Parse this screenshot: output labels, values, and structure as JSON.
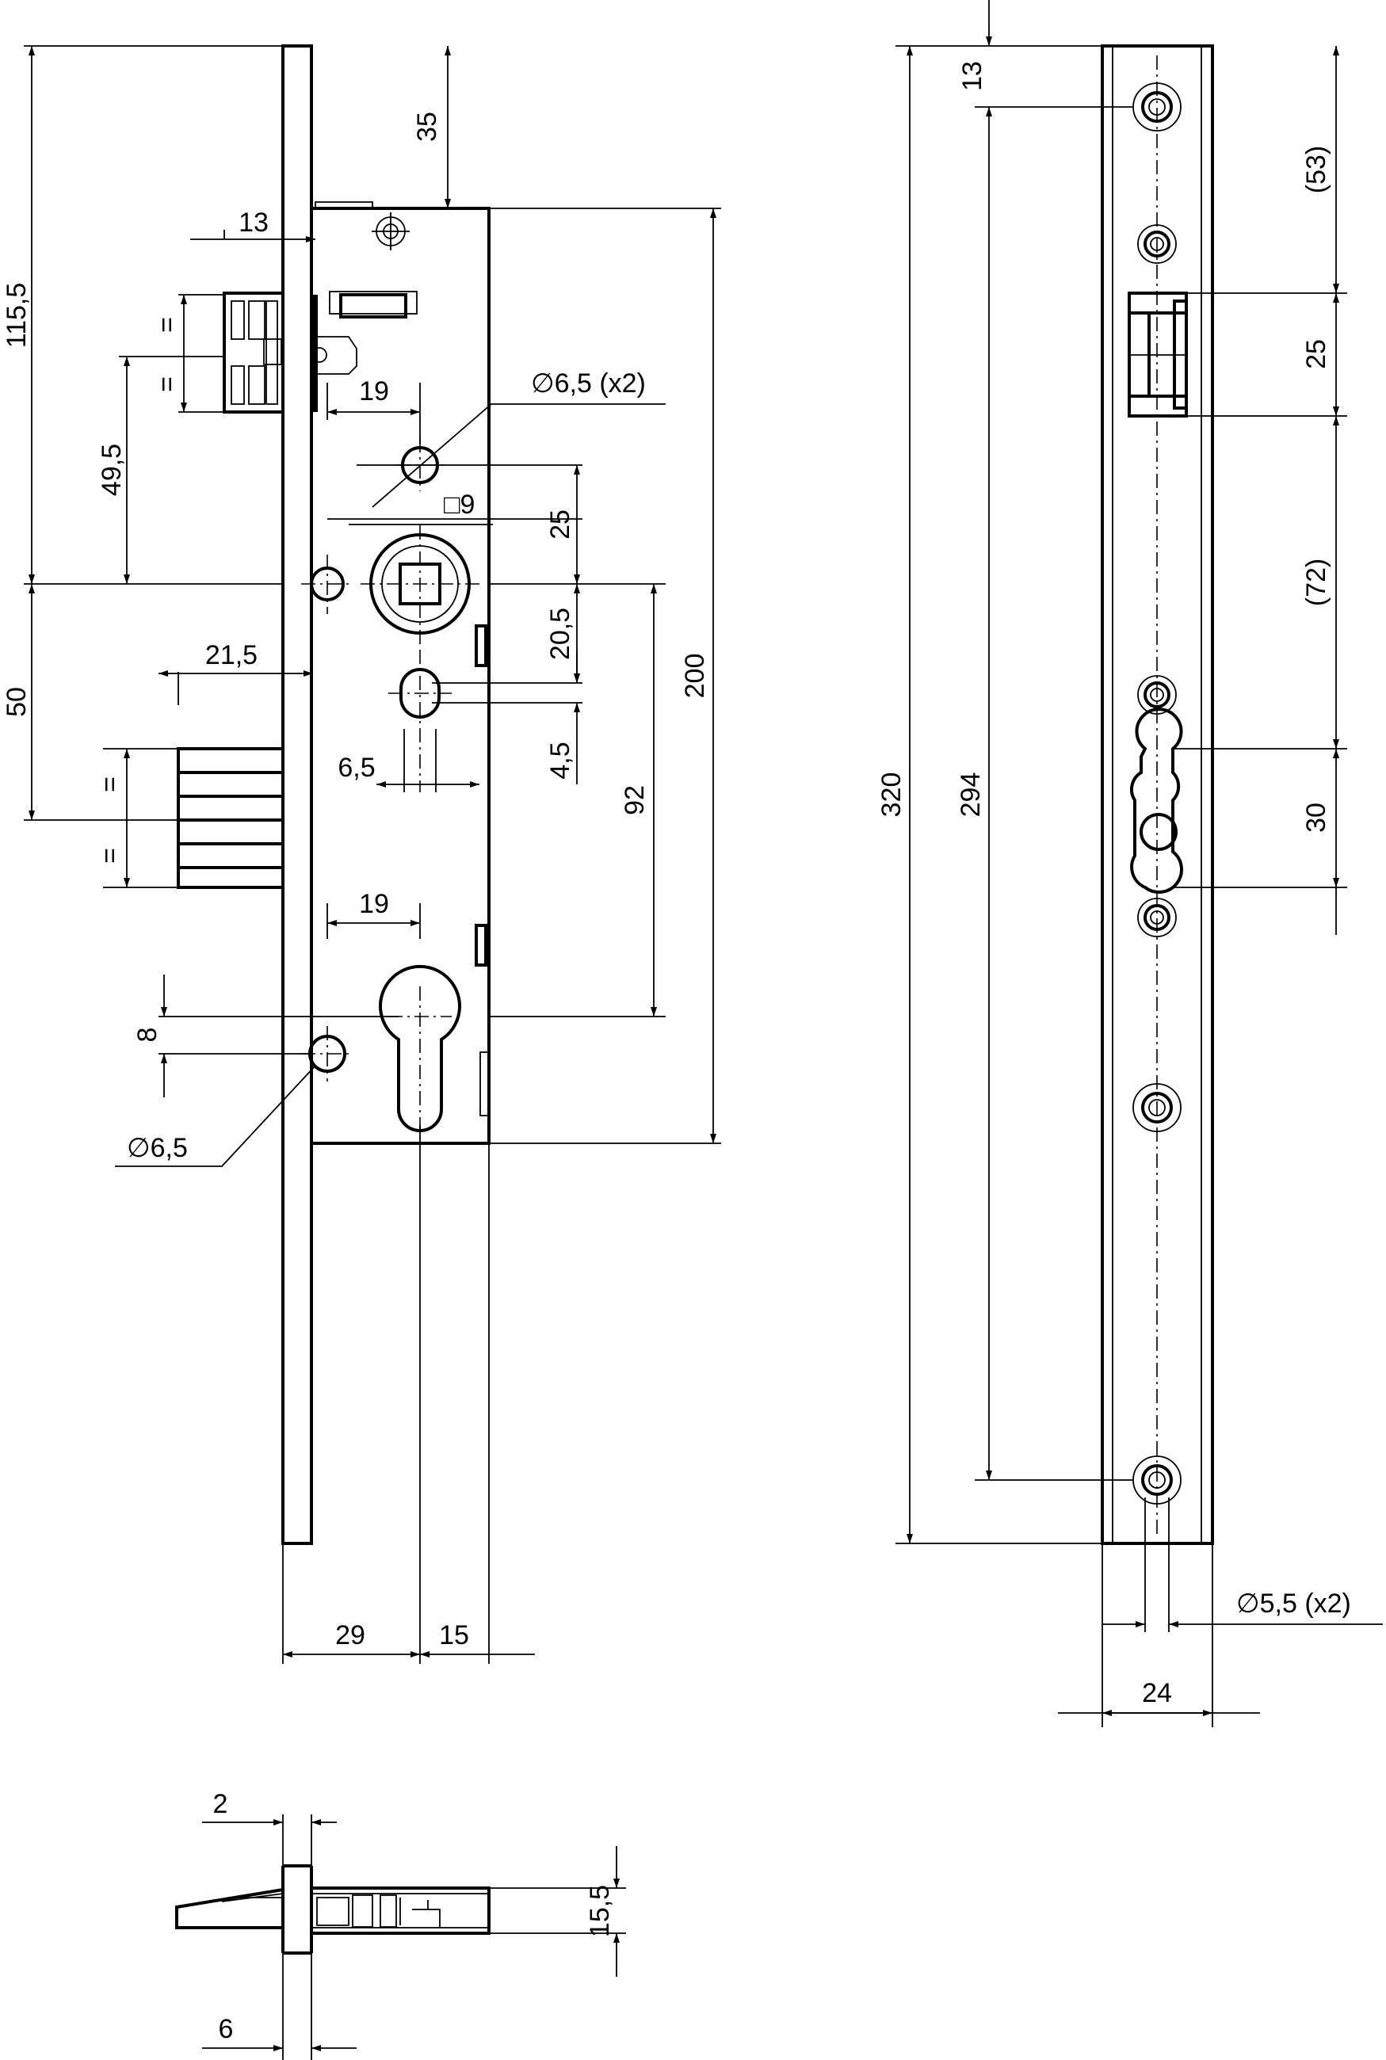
{
  "dimensions": {
    "side_view": {
      "backset_above_hub": "115,5",
      "forend_to_top": "35",
      "latch_offset": "13",
      "equal_mark": "=",
      "latch_to_hub": "49,5",
      "hub_to_bolt": "50",
      "bolt_throw": "21,5",
      "screw_hole": "∅6,5 (x2)",
      "hole_offset_top": "19",
      "follower_square": "□9",
      "hole_to_hub": "25",
      "hub_to_slot": "20,5",
      "slot_height": "4,5",
      "slot_offset": "6,5",
      "case_height": "200",
      "center_distance": "92",
      "hole_offset_bottom": "19",
      "cylinder_offset": "8",
      "lower_hole": "∅6,5",
      "backset": "29",
      "case_rear": "15"
    },
    "front_view": {
      "top_hole": "13",
      "hole_spacing_upper": "(53)",
      "latch_height": "25",
      "hole_spacing_middle": "(72)",
      "cylinder_cutout": "30",
      "forend_length": "320",
      "screw_distance": "294",
      "fixing_holes": "∅5,5 (x2)",
      "forend_width": "24"
    },
    "top_view": {
      "forend_thickness": "2",
      "case_thickness": "15,5",
      "plate_gap": "6"
    }
  }
}
